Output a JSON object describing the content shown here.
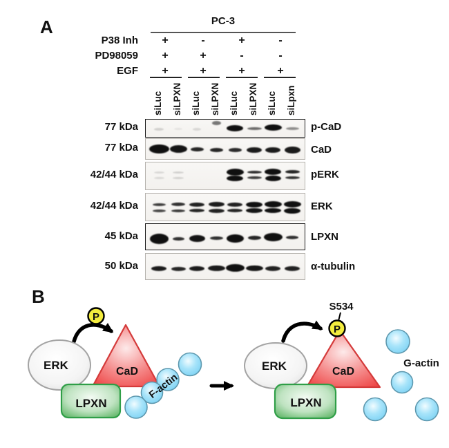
{
  "colors": {
    "band": "#101010",
    "yellow_fill": "#f3ec3e",
    "outline_black": "#000000",
    "red_border": "#d43a3a",
    "red_center": "#fdeaea",
    "red_mid": "#f58a8a",
    "red_edge": "#ee4545",
    "green_border": "#2f9e47",
    "green_center": "#f4fbf4",
    "green_mid": "#bfe3c1",
    "green_edge": "#58b260",
    "blue_border": "#5e98ae",
    "blue_center": "#f2fcff",
    "blue_mid": "#a8e4fa",
    "blue_edge": "#7fd3f4",
    "erk_border": "#a3a3a3",
    "erk_center": "#ffffff",
    "erk_mid": "#f4f4f4",
    "erk_edge": "#e0e0e0",
    "text": "#111111"
  },
  "panel_a": {
    "label": "A",
    "cell_line": "PC-3",
    "conditions": [
      {
        "label": "P38 Inh",
        "marks": [
          "+",
          "-",
          "+",
          "-"
        ]
      },
      {
        "label": "PD98059",
        "marks": [
          "+",
          "+",
          "-",
          "-"
        ]
      },
      {
        "label": "EGF",
        "marks": [
          "+",
          "+",
          "+",
          "+"
        ]
      }
    ],
    "lane_labels": [
      "siLuc",
      "siLPXN",
      "siLuc",
      "siLPXN",
      "siLuc",
      "siLPXN",
      "siLuc",
      "siLpxn"
    ],
    "blots": [
      {
        "kda": "77 kDa",
        "protein": "p-CaD",
        "lanes": [
          [
            [
              14,
              4,
              1,
              0.15
            ]
          ],
          [
            [
              12,
              3,
              1,
              0.07
            ]
          ],
          [
            [
              12,
              4,
              1,
              0.12
            ]
          ],
          [
            [
              13,
              6,
              -8,
              0.55
            ]
          ],
          [
            [
              24,
              9,
              0,
              1
            ]
          ],
          [
            [
              21,
              4,
              0,
              0.6
            ]
          ],
          [
            [
              25,
              9,
              -1,
              1
            ]
          ],
          [
            [
              19,
              4,
              0,
              0.45
            ]
          ]
        ]
      },
      {
        "kda": "77 kDa",
        "protein": "CaD",
        "lanes": [
          [
            [
              29,
              13,
              0,
              1
            ]
          ],
          [
            [
              25,
              11,
              0,
              0.98
            ]
          ],
          [
            [
              19,
              6,
              0,
              0.9
            ]
          ],
          [
            [
              19,
              6,
              1,
              0.9
            ]
          ],
          [
            [
              19,
              6,
              1,
              0.88
            ]
          ],
          [
            [
              22,
              8,
              1,
              0.95
            ]
          ],
          [
            [
              22,
              8,
              1,
              0.95
            ]
          ],
          [
            [
              23,
              10,
              1,
              0.95
            ]
          ]
        ]
      },
      {
        "kda": "42/44 kDa",
        "protein": "pERK",
        "lanes": [
          [
            [
              15,
              3,
              -5,
              0.12
            ],
            [
              15,
              3,
              3,
              0.12
            ]
          ],
          [
            [
              16,
              3,
              -5,
              0.15
            ],
            [
              16,
              3,
              3,
              0.15
            ]
          ],
          [],
          [],
          [
            [
              25,
              10,
              -6,
              1
            ],
            [
              24,
              8,
              3,
              1
            ]
          ],
          [
            [
              21,
              4,
              -6,
              0.85
            ],
            [
              21,
              4,
              2,
              0.8
            ]
          ],
          [
            [
              24,
              9,
              -6,
              1
            ],
            [
              23,
              8,
              3,
              1
            ]
          ],
          [
            [
              21,
              5,
              -6,
              0.9
            ],
            [
              21,
              4,
              2,
              0.85
            ]
          ]
        ]
      },
      {
        "kda": "42/44 kDa",
        "protein": "ERK",
        "lanes": [
          [
            [
              19,
              4,
              -4,
              0.8
            ],
            [
              19,
              4,
              5,
              0.75
            ]
          ],
          [
            [
              20,
              5,
              -4,
              0.85
            ],
            [
              20,
              4,
              5,
              0.8
            ]
          ],
          [
            [
              22,
              6,
              -4,
              0.92
            ],
            [
              22,
              5,
              5,
              0.9
            ]
          ],
          [
            [
              23,
              7,
              -4,
              0.95
            ],
            [
              23,
              6,
              5,
              0.92
            ]
          ],
          [
            [
              22,
              6,
              -4,
              0.92
            ],
            [
              22,
              5,
              5,
              0.9
            ]
          ],
          [
            [
              24,
              8,
              -4,
              1
            ],
            [
              24,
              7,
              5,
              0.98
            ]
          ],
          [
            [
              25,
              9,
              -4,
              1
            ],
            [
              24,
              7,
              5,
              1
            ]
          ],
          [
            [
              25,
              9,
              -4,
              1
            ],
            [
              24,
              8,
              5,
              1
            ]
          ]
        ]
      },
      {
        "kda": "45 kDa",
        "protein": "LPXN",
        "lanes": [
          [
            [
              27,
              15,
              3,
              1
            ]
          ],
          [
            [
              17,
              5,
              3,
              0.85
            ]
          ],
          [
            [
              23,
              10,
              2,
              0.98
            ]
          ],
          [
            [
              19,
              5,
              2,
              0.85
            ]
          ],
          [
            [
              25,
              12,
              2,
              1
            ]
          ],
          [
            [
              19,
              6,
              1,
              0.9
            ]
          ],
          [
            [
              27,
              12,
              0,
              1
            ]
          ],
          [
            [
              18,
              5,
              1,
              0.85
            ]
          ]
        ]
      },
      {
        "kda": "50 kDa",
        "protein": "α-tubulin",
        "lanes": [
          [
            [
              22,
              7,
              3,
              0.95
            ]
          ],
          [
            [
              21,
              6,
              3,
              0.9
            ]
          ],
          [
            [
              22,
              7,
              3,
              0.95
            ]
          ],
          [
            [
              25,
              8,
              2,
              0.95
            ]
          ],
          [
            [
              27,
              11,
              2,
              1
            ]
          ],
          [
            [
              25,
              8,
              2,
              0.97
            ]
          ],
          [
            [
              22,
              7,
              3,
              0.92
            ]
          ],
          [
            [
              22,
              7,
              3,
              0.92
            ]
          ]
        ]
      }
    ]
  },
  "panel_b": {
    "label": "B",
    "left": {
      "kinase": "ERK",
      "substrate": "CaD",
      "scaffold": "LPXN",
      "phospho": "P",
      "actin": "F-actin"
    },
    "right": {
      "kinase": "ERK",
      "substrate": "CaD",
      "scaffold": "LPXN",
      "phospho": "P",
      "actin": "G-actin",
      "phospho_site": "S534"
    }
  }
}
